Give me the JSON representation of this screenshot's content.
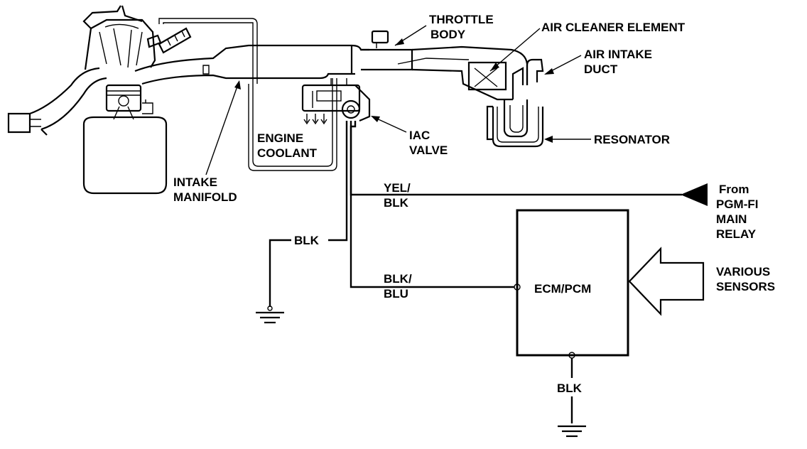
{
  "labels": {
    "throttle_body": [
      "THROTTLE",
      "BODY"
    ],
    "air_cleaner_element": "AIR CLEANER ELEMENT",
    "air_intake_duct": [
      "AIR INTAKE",
      "DUCT"
    ],
    "resonator": "RESONATOR",
    "engine_coolant": [
      "ENGINE",
      "COOLANT"
    ],
    "iac_valve": [
      "IAC",
      "VALVE"
    ],
    "intake_manifold": [
      "INTAKE",
      "MANIFOLD"
    ],
    "yel_blk": [
      "YEL/",
      "BLK"
    ],
    "from_pgm_fi_main_relay": [
      "From",
      "PGM-FI",
      "MAIN",
      "RELAY"
    ],
    "blk_ground_left": "BLK",
    "blk_blu": [
      "BLK/",
      "BLU"
    ],
    "ecm_pcm": "ECM/PCM",
    "various_sensors": [
      "VARIOUS",
      "SENSORS"
    ],
    "blk_ground_ecm": "BLK"
  }
}
